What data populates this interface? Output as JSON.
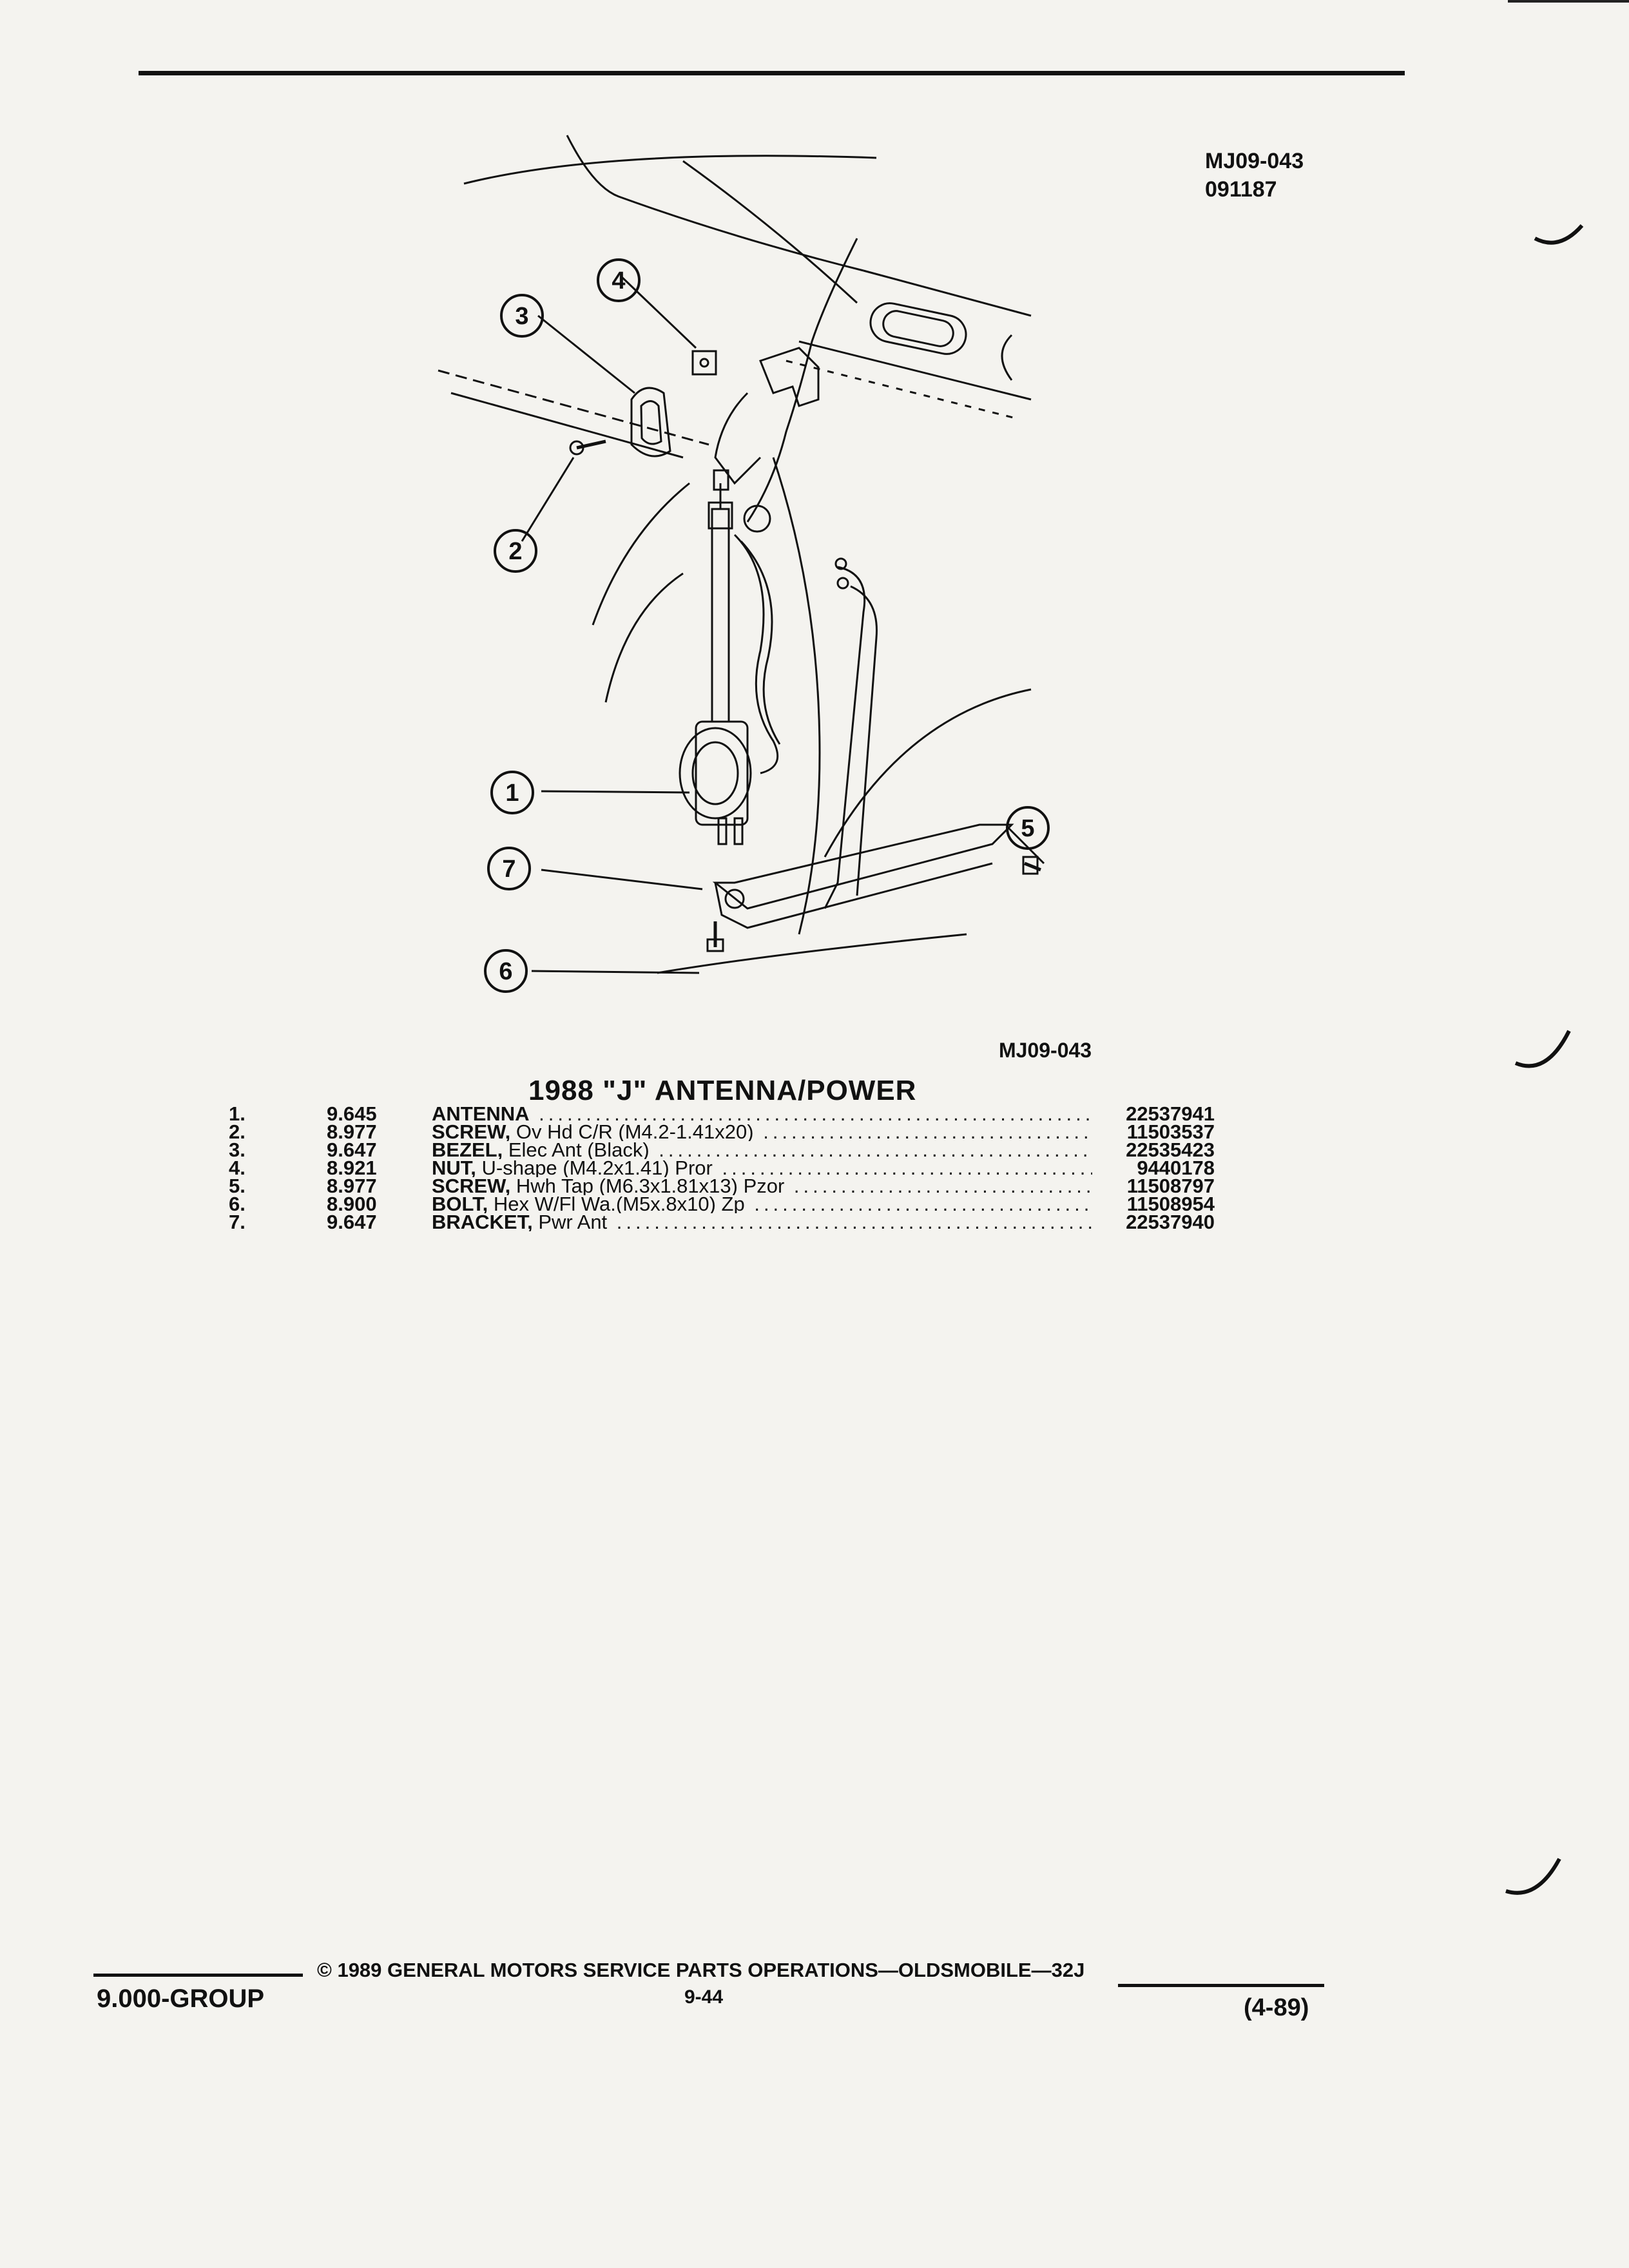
{
  "header": {
    "figure_code": "MJ09-043",
    "figure_date": "091187"
  },
  "figure": {
    "label": "MJ09-043",
    "callouts": [
      "1",
      "2",
      "3",
      "4",
      "5",
      "6",
      "7"
    ]
  },
  "section": {
    "title": "1988 \"J\" ANTENNA/POWER"
  },
  "parts": [
    {
      "num": "1.",
      "group": "9.645",
      "name": "ANTENNA",
      "detail": "",
      "part_no": "22537941"
    },
    {
      "num": "2.",
      "group": "8.977",
      "name": "SCREW,",
      "detail": " Ov Hd C/R (M4.2-1.41x20)",
      "part_no": "11503537"
    },
    {
      "num": "3.",
      "group": "9.647",
      "name": "BEZEL,",
      "detail": " Elec Ant (Black)",
      "part_no": "22535423"
    },
    {
      "num": "4.",
      "group": "8.921",
      "name": "NUT,",
      "detail": " U-shape (M4.2x1.41) Pror",
      "part_no": "9440178"
    },
    {
      "num": "5.",
      "group": "8.977",
      "name": "SCREW,",
      "detail": " Hwh Tap (M6.3x1.81x13) Pzor",
      "part_no": "11508797"
    },
    {
      "num": "6.",
      "group": "8.900",
      "name": "BOLT,",
      "detail": " Hex W/Fl Wa.(M5x.8x10) Zp",
      "part_no": "11508954"
    },
    {
      "num": "7.",
      "group": "9.647",
      "name": "BRACKET,",
      "detail": " Pwr Ant",
      "part_no": "22537940"
    }
  ],
  "footer": {
    "group": "9.000-GROUP",
    "copyright": "© 1989 GENERAL MOTORS SERVICE PARTS OPERATIONS—OLDSMOBILE—32J",
    "page": "9-44",
    "revision": "(4-89)"
  }
}
